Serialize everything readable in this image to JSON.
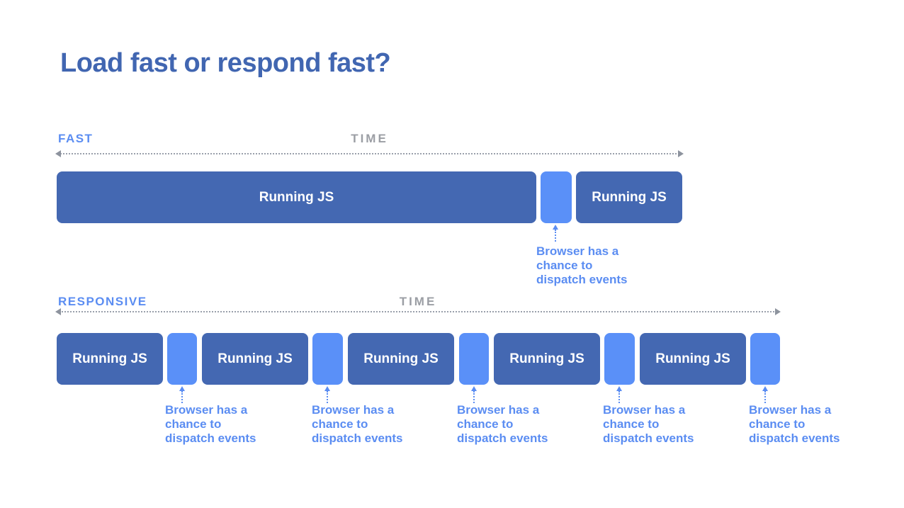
{
  "slide": {
    "title": "Load fast or respond fast?"
  },
  "colors": {
    "title_blue": "#4166b1",
    "js_block_blue": "#4468b2",
    "gap_block_blue": "#5a90f8",
    "accent_text_blue": "#5b8df2",
    "axis_dotted_gray": "#9aa0ab",
    "time_label_gray": "#9b9ea4",
    "background": "#ffffff"
  },
  "fast_timeline": {
    "label": "FAST",
    "time_label": "TIME",
    "js_blocks": [
      "Running JS",
      "Running JS"
    ],
    "annotations": [
      "Browser has a\nchance to\ndispatch events"
    ]
  },
  "responsive_timeline": {
    "label": "RESPONSIVE",
    "time_label": "TIME",
    "js_blocks": [
      "Running JS",
      "Running JS",
      "Running JS",
      "Running JS",
      "Running JS"
    ],
    "annotations": [
      "Browser has a\nchance to\ndispatch events",
      "Browser has a\nchance to\ndispatch events",
      "Browser has a\nchance to\ndispatch events",
      "Browser has a\nchance to\ndispatch events",
      "Browser has a\nchance to\ndispatch events"
    ]
  }
}
